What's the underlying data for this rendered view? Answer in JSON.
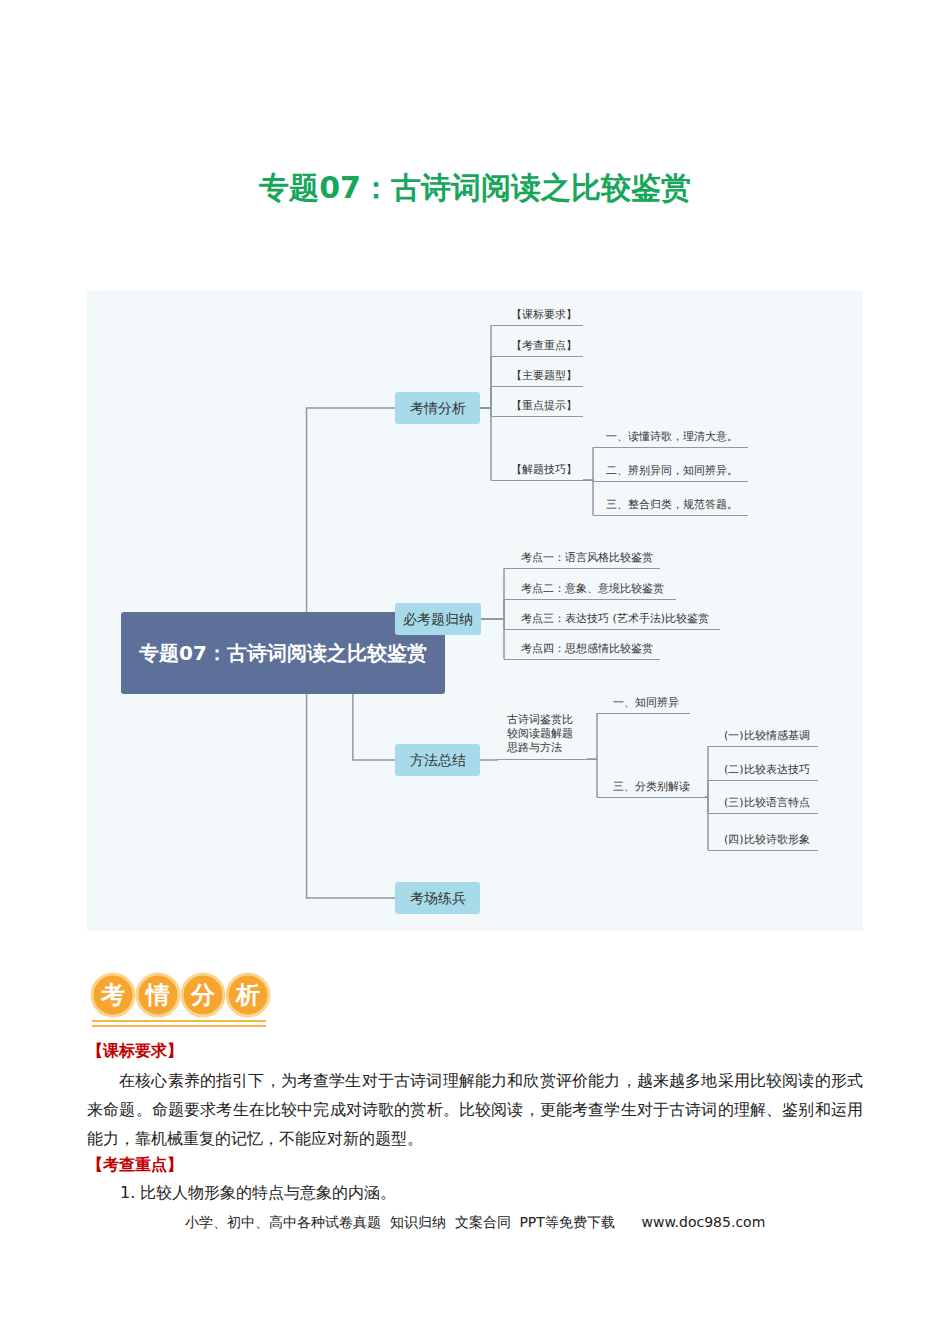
{
  "diagram": {
    "title": "专题07：古诗词阅读之比较鉴赏",
    "nodes": [
      {
        "text": [
          "专题07：古诗词阅读之比较鉴赏"
        ]
      },
      {
        "text": [
          "考情分析"
        ]
      },
      {
        "text": [
          "【课标要求】"
        ]
      },
      {
        "text": [
          "【考查重点】"
        ]
      },
      {
        "text": [
          "【主要题型】"
        ]
      },
      {
        "text": [
          "【重点提示】"
        ]
      },
      {
        "text": [
          "【解题技巧】"
        ]
      },
      {
        "text": [
          "一、读懂诗歌，理清大意。"
        ]
      },
      {
        "text": [
          "二、辨别异同，知同辨异。"
        ]
      },
      {
        "text": [
          "三、整合归类，规范答题。"
        ]
      },
      {
        "text": [
          "必考题归纳"
        ]
      },
      {
        "text": [
          "考点一：语言风格比较鉴赏"
        ]
      },
      {
        "text": [
          "考点二：意象、意境比较鉴赏"
        ]
      },
      {
        "text": [
          "考点三：表达技巧 (艺术手法)比较鉴赏"
        ]
      },
      {
        "text": [
          "考点四：思想感情比较鉴赏"
        ]
      },
      {
        "text": [
          "方法总结"
        ]
      },
      {
        "text": [
          "古诗词鉴赏比较阅读题解题思路与方法"
        ]
      },
      {
        "text": [
          "一、知同辨异"
        ]
      },
      {
        "text": [
          "三、分类别解读"
        ]
      },
      {
        "text": [
          "(一)比较情感基调"
        ]
      },
      {
        "text": [
          "(二)比较表达技巧"
        ]
      },
      {
        "text": [
          "(三)比较语言特点"
        ]
      },
      {
        "text": [
          "(四)比较诗歌形象"
        ]
      },
      {
        "text": [
          "考场练兵"
        ]
      }
    ],
    "edges": [
      {
        "from": 0,
        "to": 1,
        "arrow": "none"
      },
      {
        "from": 0,
        "to": 10,
        "arrow": "none"
      },
      {
        "from": 0,
        "to": 15,
        "arrow": "none"
      },
      {
        "from": 0,
        "to": 23,
        "arrow": "none"
      },
      {
        "from": 1,
        "to": 2,
        "arrow": "none"
      },
      {
        "from": 1,
        "to": 3,
        "arrow": "none"
      },
      {
        "from": 1,
        "to": 4,
        "arrow": "none"
      },
      {
        "from": 1,
        "to": 5,
        "arrow": "none"
      },
      {
        "from": 1,
        "to": 6,
        "arrow": "none"
      },
      {
        "from": 6,
        "to": 7,
        "arrow": "none"
      },
      {
        "from": 6,
        "to": 8,
        "arrow": "none"
      },
      {
        "from": 6,
        "to": 9,
        "arrow": "none"
      },
      {
        "from": 10,
        "to": 11,
        "arrow": "none"
      },
      {
        "from": 10,
        "to": 12,
        "arrow": "none"
      },
      {
        "from": 10,
        "to": 13,
        "arrow": "none"
      },
      {
        "from": 10,
        "to": 14,
        "arrow": "none"
      },
      {
        "from": 15,
        "to": 16,
        "arrow": "none"
      },
      {
        "from": 16,
        "to": 17,
        "arrow": "none"
      },
      {
        "from": 16,
        "to": 18,
        "arrow": "none"
      },
      {
        "from": 18,
        "to": 19,
        "arrow": "none"
      },
      {
        "from": 18,
        "to": 20,
        "arrow": "none"
      },
      {
        "from": 18,
        "to": 21,
        "arrow": "none"
      },
      {
        "from": 18,
        "to": 22,
        "arrow": "none"
      }
    ],
    "labels": [
      "考情分析",
      "【课标要求】",
      "在核心素养的指引下，为考查学生对于古诗词理解能力和欣赏评价能力，越来越多地采用比较阅读的形式来命题。命题要求考生在比较中完成对诗歌的赏析。比较阅读，更能考查学生对于古诗词的理解、鉴别和运用能力，靠机械重复的记忆，不能应对新的题型。",
      "【考查重点】",
      "1. 比较人物形象的特点与意象的内涵。",
      "小学、初中、高中各种试卷真题  知识归纳  文案合同  PPT等免费下载      www.doc985.com"
    ]
  }
}
